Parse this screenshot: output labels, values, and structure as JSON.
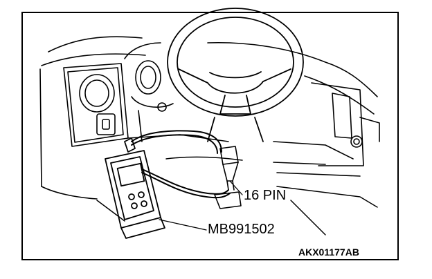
{
  "labels": {
    "connector": "16 PIN",
    "tool": "MB991502",
    "figure_code": "AKX01177AB"
  },
  "colors": {
    "line": "#000000",
    "background": "#ffffff"
  },
  "icons": [
    "steering-wheel-icon",
    "scan-tool-icon",
    "diagnosis-connector-icon"
  ]
}
